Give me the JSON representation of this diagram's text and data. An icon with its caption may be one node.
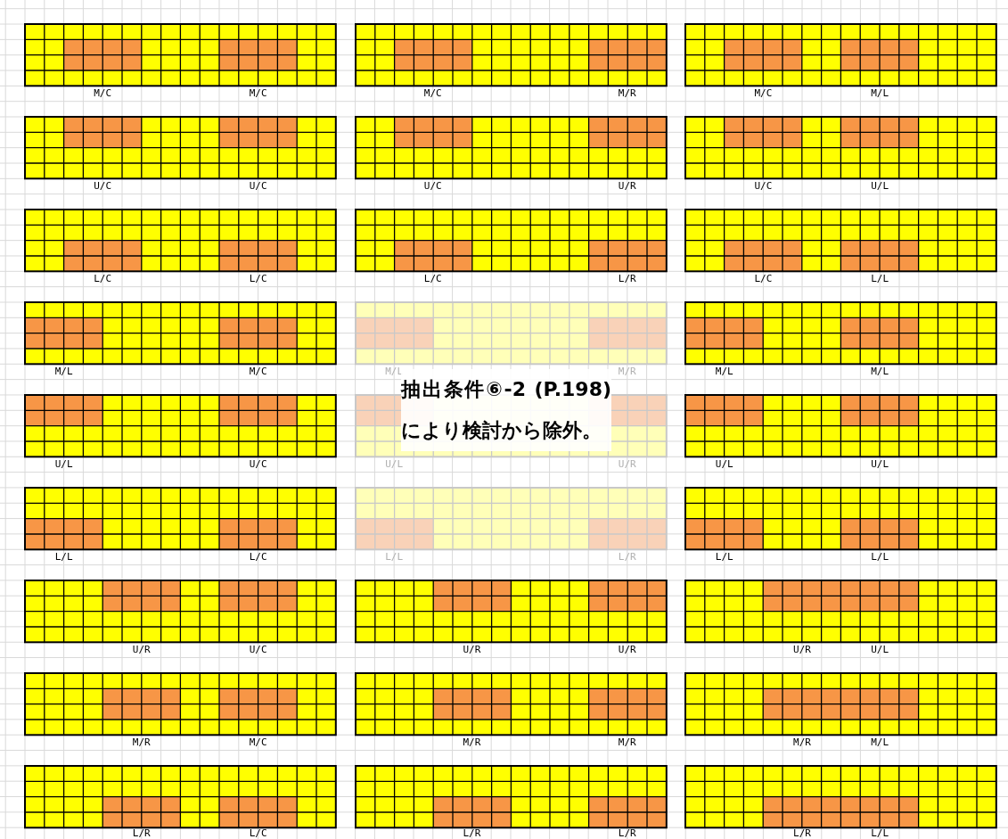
{
  "diagram": {
    "labels": [
      "M/C",
      "M/C",
      "M/C",
      "M/R",
      "M/C",
      "M/L",
      "U/C",
      "U/C",
      "U/C",
      "U/R",
      "U/C",
      "U/L",
      "L/C",
      "L/C",
      "L/C",
      "L/R",
      "L/C",
      "L/L",
      "M/L",
      "M/C",
      "M/L",
      "M/R",
      "M/L",
      "M/L",
      "U/L",
      "U/C",
      "U/L",
      "U/R",
      "U/L",
      "U/L",
      "L/L",
      "L/C",
      "L/L",
      "L/R",
      "L/L",
      "L/L",
      "U/R",
      "U/C",
      "U/R",
      "U/R",
      "U/R",
      "U/L",
      "M/R",
      "M/C",
      "M/R",
      "M/R",
      "M/R",
      "M/L",
      "L/R",
      "L/C",
      "L/R",
      "L/R",
      "L/R",
      "L/L",
      "抽出条件⑥-2 (P.198)により検討から除外。"
    ]
  }
}
